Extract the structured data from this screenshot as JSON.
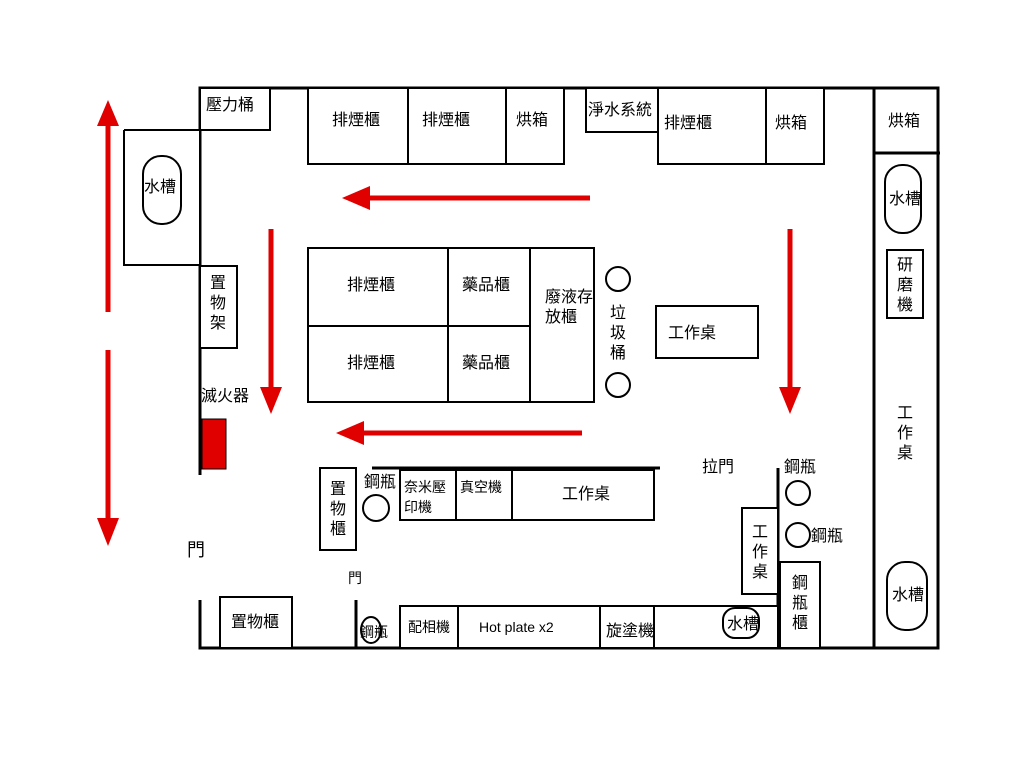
{
  "labels": {
    "pressure_bucket": "壓力桶",
    "fume_hood": "排煙櫃",
    "oven": "烘箱",
    "water_purifier": "淨水系統",
    "sink": "水槽",
    "shelf_rack": "置物架",
    "extinguisher": "滅火器",
    "door": "門",
    "chemical_cabinet": "藥品櫃",
    "waste_liquid_cabinet": "廢液存放櫃",
    "trash_can": "垃圾桶",
    "workbench": "工作桌",
    "grinder": "研磨機",
    "sliding_door": "拉門",
    "gas_cylinder": "鋼瓶",
    "storage_cabinet": "置物櫃",
    "nanoimprinter": "奈米壓印機",
    "vacuum_machine": "真空機",
    "mask_aligner": "配相機",
    "hot_plate": "Hot plate x2",
    "spin_coater": "旋塗機",
    "cylinder_cabinet": "鋼瓶櫃"
  },
  "colors": {
    "arrow": "#e00000",
    "extinguisher": "#e00000",
    "wall": "#000000"
  }
}
